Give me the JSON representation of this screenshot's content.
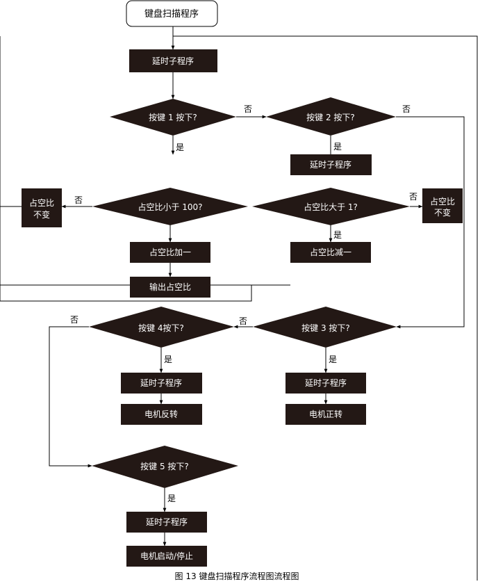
{
  "colors": {
    "box_fill": "#231815",
    "box_text": "#ffffff",
    "line": "#000000",
    "label": "#000000"
  },
  "start": {
    "text": "键盘扫描程序"
  },
  "boxes": {
    "delay_top": "延时子程序",
    "delay_key2": "延时子程序",
    "duty_plus": "占空比加一",
    "output": "输出占空比",
    "duty_minus": "占空比减一",
    "nochange_left_1": "占空比",
    "nochange_left_2": "不变",
    "nochange_right_1": "占空比",
    "nochange_right_2": "不变",
    "delay_key4": "延时子程序",
    "motor_reverse": "电机反转",
    "delay_key3": "延时子程序",
    "motor_forward": "电机正转",
    "delay_key5": "延时子程序",
    "motor_startstop": "电机启动/停止"
  },
  "decisions": {
    "key1": "按键 1 按下?",
    "key2": "按键 2 按下?",
    "duty_lt": "占空比小于 100?",
    "duty_gt": "占空比大于 1?",
    "key4": "按键 4按下?",
    "key3": "按键 3 按下?",
    "key5": "按键 5 按下?"
  },
  "labels": {
    "no": "否",
    "yes": "是"
  },
  "caption": "图 13 键盘扫描程序流程图流程图"
}
